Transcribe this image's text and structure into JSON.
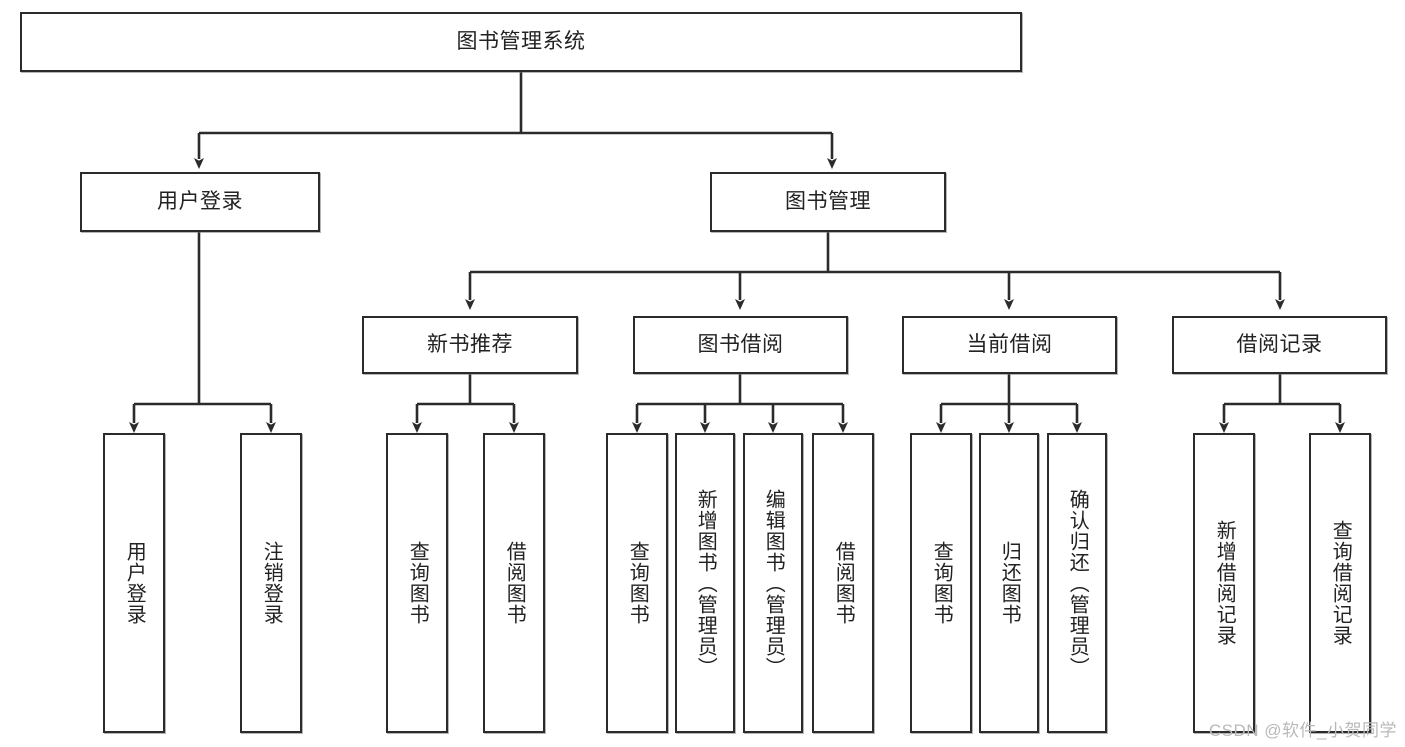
{
  "diagram": {
    "title": "图书管理系统",
    "watermark": "CSDN @软件_小贺同学",
    "colors": {
      "border": "#2b2b2b",
      "background": "#ffffff",
      "text": "#222222",
      "edge": "#2b2b2b",
      "watermark": "#b9b9b9"
    },
    "nodes": {
      "root": {
        "label": "图书管理系统"
      },
      "level1": [
        {
          "label": "用户登录"
        },
        {
          "label": "图书管理"
        }
      ],
      "level2": [
        {
          "label": "新书推荐"
        },
        {
          "label": "图书借阅"
        },
        {
          "label": "当前借阅"
        },
        {
          "label": "借阅记录"
        }
      ],
      "leaves": {
        "user_login": [
          {
            "label": "用户登录"
          },
          {
            "label": "注销登录"
          }
        ],
        "new_book_recommend": [
          {
            "label": "查询图书"
          },
          {
            "label": "借阅图书"
          }
        ],
        "book_borrow": [
          {
            "label": "查询图书"
          },
          {
            "label": "新增图书（管理员）"
          },
          {
            "label": "编辑图书（管理员）"
          },
          {
            "label": "借阅图书"
          }
        ],
        "current_borrow": [
          {
            "label": "查询图书"
          },
          {
            "label": "归还图书"
          },
          {
            "label": "确认归还（管理员）"
          }
        ],
        "borrow_record": [
          {
            "label": "新增借阅记录"
          },
          {
            "label": "查询借阅记录"
          }
        ]
      }
    }
  }
}
